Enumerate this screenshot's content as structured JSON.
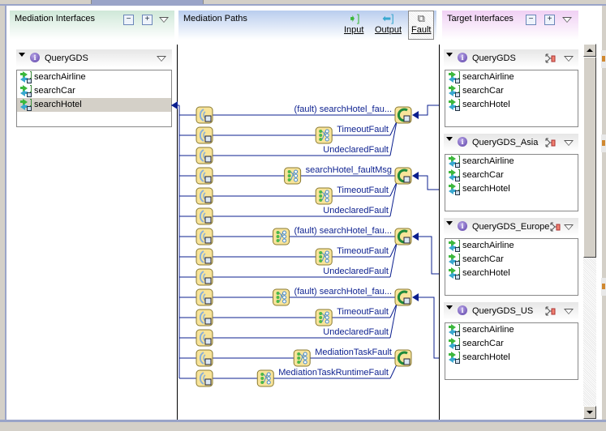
{
  "panels": {
    "source": {
      "title": "Mediation Interfaces",
      "interface": {
        "name": "QueryGDS",
        "operations": [
          "searchAirline",
          "searchCar",
          "searchHotel"
        ],
        "selected": "searchHotel"
      }
    },
    "paths": {
      "title": "Mediation Paths",
      "tools": [
        {
          "label": "Input",
          "icon": "input-arrow-icon"
        },
        {
          "label": "Output",
          "icon": "output-arrow-icon"
        },
        {
          "label": "Fault",
          "icon": "fault-icon",
          "active": true
        }
      ]
    },
    "target": {
      "title": "Target Interfaces",
      "interfaces": [
        {
          "name": "QueryGDS",
          "operations": [
            "searchAirline",
            "searchCar",
            "searchHotel"
          ]
        },
        {
          "name": "QueryGDS_Asia",
          "operations": [
            "searchAirline",
            "searchCar",
            "searchHotel"
          ]
        },
        {
          "name": "QueryGDS_Europe",
          "operations": [
            "searchAirline",
            "searchCar",
            "searchHotel"
          ]
        },
        {
          "name": "QueryGDS_US",
          "operations": [
            "searchAirline",
            "searchCar",
            "searchHotel"
          ]
        }
      ]
    }
  },
  "fault_groups": [
    {
      "target": "QueryGDS",
      "paths": [
        {
          "label": "(fault) searchHotel_fau...",
          "transform": false
        },
        {
          "label": "TimeoutFault",
          "transform": true
        },
        {
          "label": "UndeclaredFault",
          "transform": false
        }
      ]
    },
    {
      "target": "QueryGDS_Asia",
      "paths": [
        {
          "label": "searchHotel_faultMsg",
          "transform": true
        },
        {
          "label": "TimeoutFault",
          "transform": true
        },
        {
          "label": "UndeclaredFault",
          "transform": false
        }
      ]
    },
    {
      "target": "QueryGDS_Europe",
      "paths": [
        {
          "label": "(fault) searchHotel_fau...",
          "transform": true
        },
        {
          "label": "TimeoutFault",
          "transform": true
        },
        {
          "label": "UndeclaredFault",
          "transform": false
        }
      ]
    },
    {
      "target": "QueryGDS_US",
      "paths": [
        {
          "label": "(fault) searchHotel_fau...",
          "transform": true
        },
        {
          "label": "TimeoutFault",
          "transform": true
        },
        {
          "label": "UndeclaredFault",
          "transform": false
        }
      ]
    },
    {
      "target": null,
      "paths": [
        {
          "label": "MediationTaskFault",
          "transform": true
        },
        {
          "label": "MediationTaskRuntimeFault",
          "transform": true
        }
      ]
    }
  ],
  "colors": {
    "wire": "#0b1f8f",
    "node_fill": "#f8e49a",
    "node_border": "#8a7a30",
    "source_header": "#cfe8d8",
    "paths_header": "#b9cdee",
    "target_header": "#f0d0f4"
  }
}
